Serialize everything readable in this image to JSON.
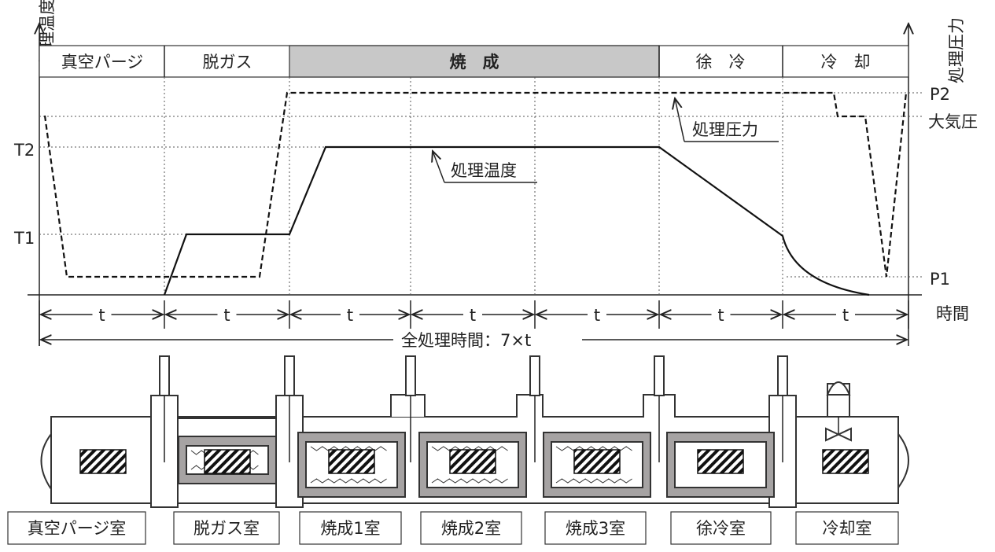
{
  "axes": {
    "y_left": "処理温度",
    "y_right": "処理圧力",
    "x": "時間",
    "T2": "T2",
    "T1": "T1",
    "P2": "P2",
    "P1": "P1",
    "atm": "大気圧"
  },
  "phases": [
    "真空パージ",
    "脱ガス",
    "焼　成",
    "徐　冷",
    "冷　却"
  ],
  "curves": {
    "pressure": "処理圧力",
    "temperature": "処理温度"
  },
  "time_steps": [
    "t",
    "t",
    "t",
    "t",
    "t",
    "t",
    "t"
  ],
  "total_time": "全処理時間：7×t",
  "chambers": [
    "真空パージ室",
    "脱ガス室",
    "焼成1室",
    "焼成2室",
    "焼成3室",
    "徐冷室",
    "冷却室"
  ],
  "colors": {
    "heater_wall": "#a6a3a3",
    "baking_header": "#c8c8c8"
  }
}
